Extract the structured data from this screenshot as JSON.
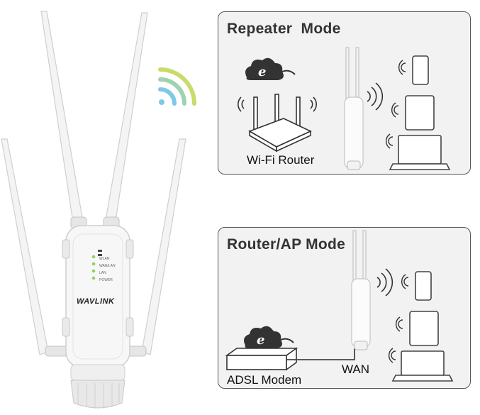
{
  "device": {
    "brand_label": "WAVLINK",
    "led_labels": [
      "WLAN",
      "WAN/LAN",
      "LAN",
      "POWER"
    ]
  },
  "repeater_panel": {
    "title": "Repeater  Mode",
    "router_label": "Wi-Fi Router"
  },
  "router_ap_panel": {
    "title": "Router/AP Mode",
    "modem_label": "ADSL Modem",
    "wan_label": "WAN"
  },
  "colors": {
    "wifi_arc_blue": "#7ec8e8",
    "wifi_arc_green": "#c9dc6a",
    "led_green": "#8fd16a",
    "panel_bg": "#f2f2f2"
  }
}
